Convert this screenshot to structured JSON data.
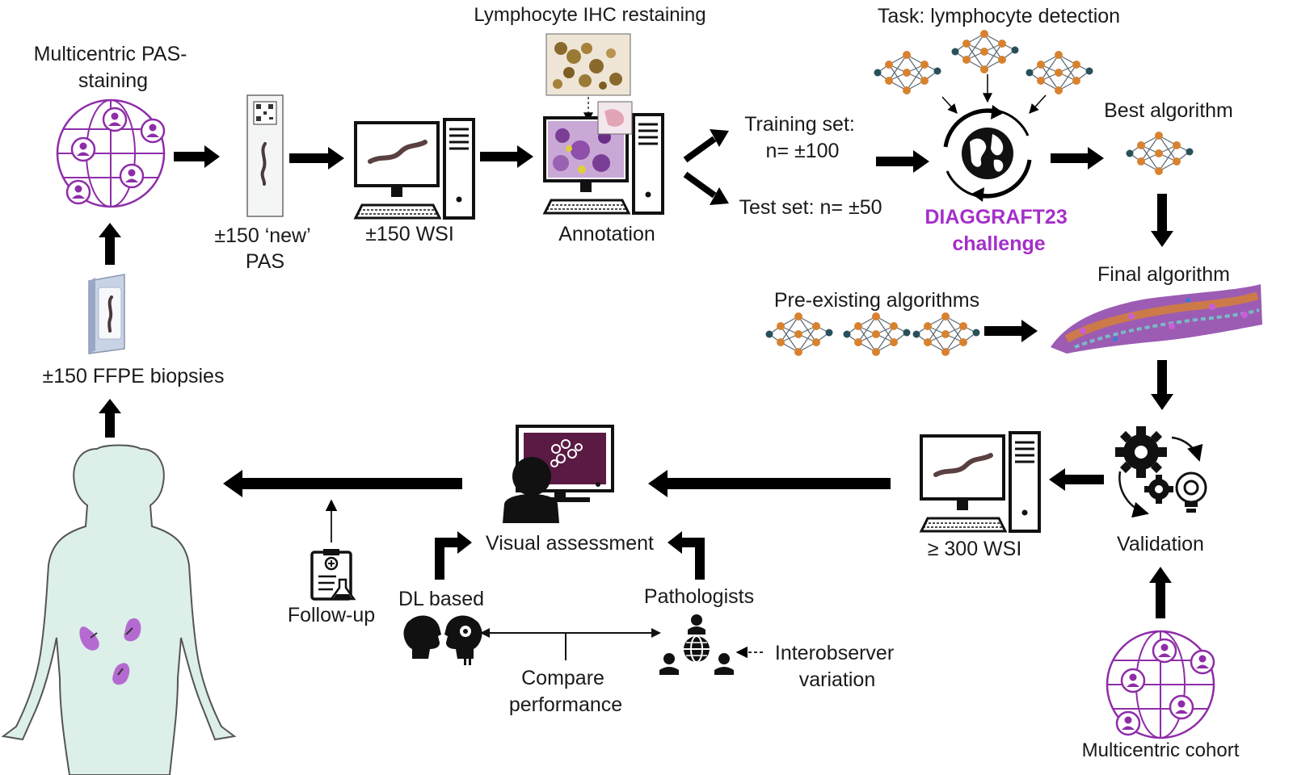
{
  "colors": {
    "accent_purple": "#a52fc9",
    "globe_purple": "#8e2da8",
    "arrow_black": "#000000",
    "node_orange": "#d8822f",
    "node_teal": "#29505a",
    "screen_maroon": "#5a1a44",
    "body_mint": "#dcefe9",
    "kidney_purple": "#b46ad1",
    "tissue_purple": "#8b3fa6"
  },
  "labels": {
    "multicentric_pas": "Multicentric PAS-staining",
    "ffpe_biopsies": "±150 FFPE biopsies",
    "new_pas": "±150 ‘new’ PAS",
    "wsi_150": "±150 WSI",
    "ihc_restaining": "Lymphocyte IHC restaining",
    "annotation": "Annotation",
    "training_set": "Training set: n= ±100",
    "test_set": "Test set: n= ±50",
    "task": "Task: lymphocyte detection",
    "challenge": "DIAGGRAFT23 challenge",
    "best_algorithm": "Best algorithm",
    "final_algorithm": "Final algorithm",
    "preexisting": "Pre-existing algorithms",
    "validation": "Validation",
    "wsi_300": "≥ 300 WSI",
    "multicentric_cohort": "Multicentric cohort",
    "visual_assessment": "Visual assessment",
    "dl_based": "DL based",
    "pathologists": "Pathologists",
    "compare_performance": "Compare performance",
    "interobserver": "Interobserver variation",
    "follow_up": "Follow-up"
  },
  "icons": [
    "globe-people-icon",
    "slide-barcode-icon",
    "tissue-block-icon",
    "computer-wsi-icon",
    "ihc-patch-icon",
    "annotation-computer-icon",
    "neural-network-icon",
    "global-challenge-icon",
    "final-tissue-map-icon",
    "gears-bulb-icon",
    "viewer-person-icon",
    "ai-heads-icon",
    "pathologist-group-icon",
    "clipboard-flask-icon",
    "human-body-kidneys-icon"
  ]
}
